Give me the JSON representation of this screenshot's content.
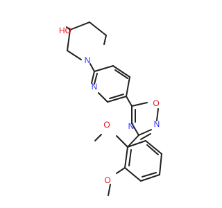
{
  "molecule": {
    "atoms": {
      "hydroxyl": "HO",
      "piperidine_nitrogen": "N",
      "pyridine_nitrogen": "N",
      "oxadiazole_oxygen": "O",
      "oxadiazole_nitrogen_top": "N",
      "oxadiazole_nitrogen_bottom": "N",
      "methoxy_oxygen_upper": "O",
      "methoxy_oxygen_lower": "O"
    },
    "colors": {
      "bond": "#202020",
      "oxygen": "#e8141e",
      "nitrogen": "#2a2aff"
    }
  }
}
